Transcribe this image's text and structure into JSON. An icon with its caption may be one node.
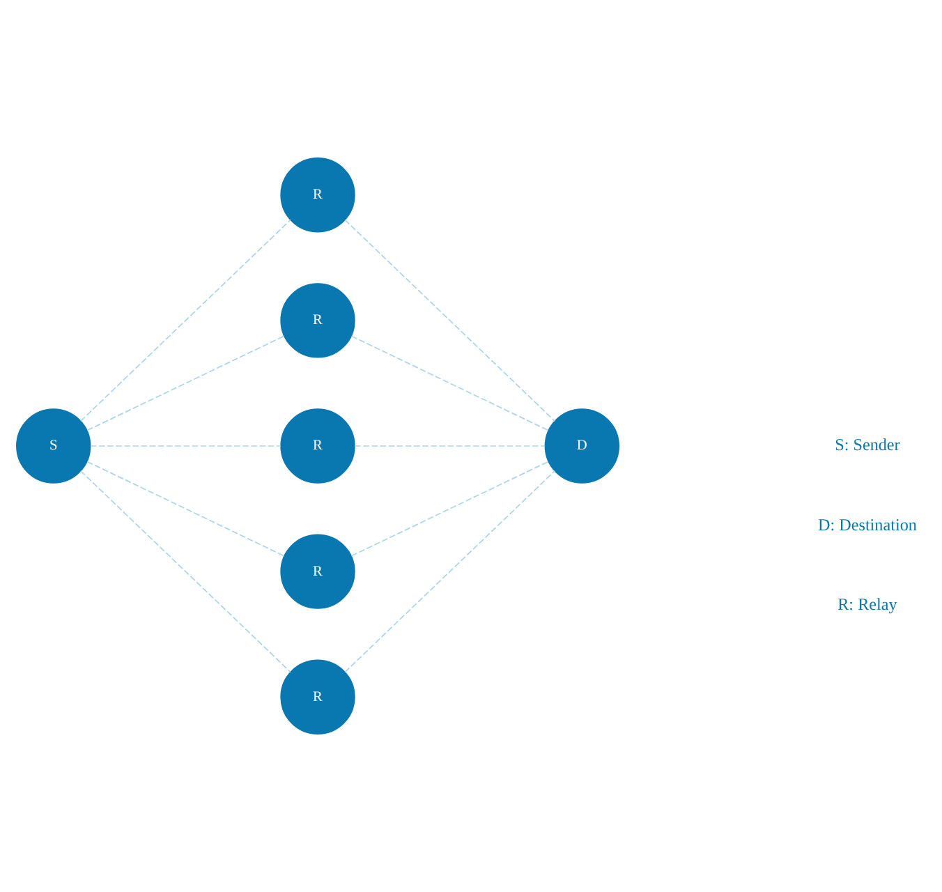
{
  "diagram": {
    "nodes": [
      {
        "text": [
          "S"
        ]
      },
      {
        "text": [
          "R"
        ]
      },
      {
        "text": [
          "R"
        ]
      },
      {
        "text": [
          "R"
        ]
      },
      {
        "text": [
          "R"
        ]
      },
      {
        "text": [
          "R"
        ]
      },
      {
        "text": [
          "D"
        ]
      }
    ],
    "edges": [
      {
        "from": 0,
        "to": 1,
        "arrow": "none",
        "style": "dashed"
      },
      {
        "from": 0,
        "to": 2,
        "arrow": "none",
        "style": "dashed"
      },
      {
        "from": 0,
        "to": 3,
        "arrow": "none",
        "style": "dashed"
      },
      {
        "from": 0,
        "to": 4,
        "arrow": "none",
        "style": "dashed"
      },
      {
        "from": 0,
        "to": 5,
        "arrow": "none",
        "style": "dashed"
      },
      {
        "from": 1,
        "to": 6,
        "arrow": "none",
        "style": "dashed"
      },
      {
        "from": 2,
        "to": 6,
        "arrow": "none",
        "style": "dashed"
      },
      {
        "from": 3,
        "to": 6,
        "arrow": "none",
        "style": "dashed"
      },
      {
        "from": 4,
        "to": 6,
        "arrow": "none",
        "style": "dashed"
      },
      {
        "from": 5,
        "to": 6,
        "arrow": "none",
        "style": "dashed"
      }
    ],
    "labels": [
      "S: Sender",
      "D: Destination",
      "R: Relay"
    ]
  }
}
